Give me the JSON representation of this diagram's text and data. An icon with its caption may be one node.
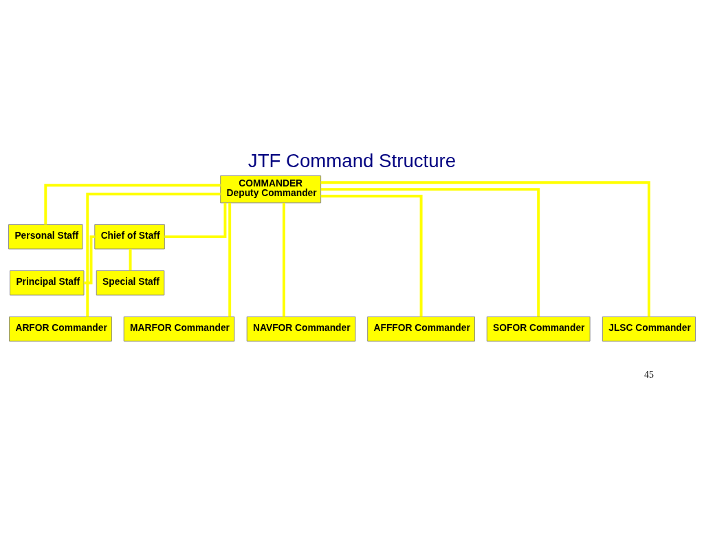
{
  "diagram": {
    "title": "JTF Command Structure",
    "nodes": [
      {
        "text": [
          "COMMANDER",
          "Deputy Commander"
        ]
      },
      {
        "text": [
          "Personal Staff"
        ]
      },
      {
        "text": [
          "Chief of Staff"
        ]
      },
      {
        "text": [
          "Principal Staff"
        ]
      },
      {
        "text": [
          "Special Staff"
        ]
      },
      {
        "text": [
          "ARFOR Commander"
        ]
      },
      {
        "text": [
          "MARFOR Commander"
        ]
      },
      {
        "text": [
          "NAVFOR Commander"
        ]
      },
      {
        "text": [
          "AFFFOR Commander"
        ]
      },
      {
        "text": [
          "SOFOR Commander"
        ]
      },
      {
        "text": [
          "JLSC Commander"
        ]
      }
    ],
    "edges": [
      {
        "from": 0,
        "to": 1,
        "arrow": "none"
      },
      {
        "from": 0,
        "to": 2,
        "arrow": "none"
      },
      {
        "from": 2,
        "to": 3,
        "arrow": "none"
      },
      {
        "from": 2,
        "to": 4,
        "arrow": "none"
      },
      {
        "from": 0,
        "to": 5,
        "arrow": "none"
      },
      {
        "from": 0,
        "to": 6,
        "arrow": "none"
      },
      {
        "from": 0,
        "to": 7,
        "arrow": "none"
      },
      {
        "from": 0,
        "to": 8,
        "arrow": "none"
      },
      {
        "from": 0,
        "to": 9,
        "arrow": "none"
      },
      {
        "from": 0,
        "to": 10,
        "arrow": "none"
      }
    ],
    "labels": [
      "45"
    ]
  }
}
